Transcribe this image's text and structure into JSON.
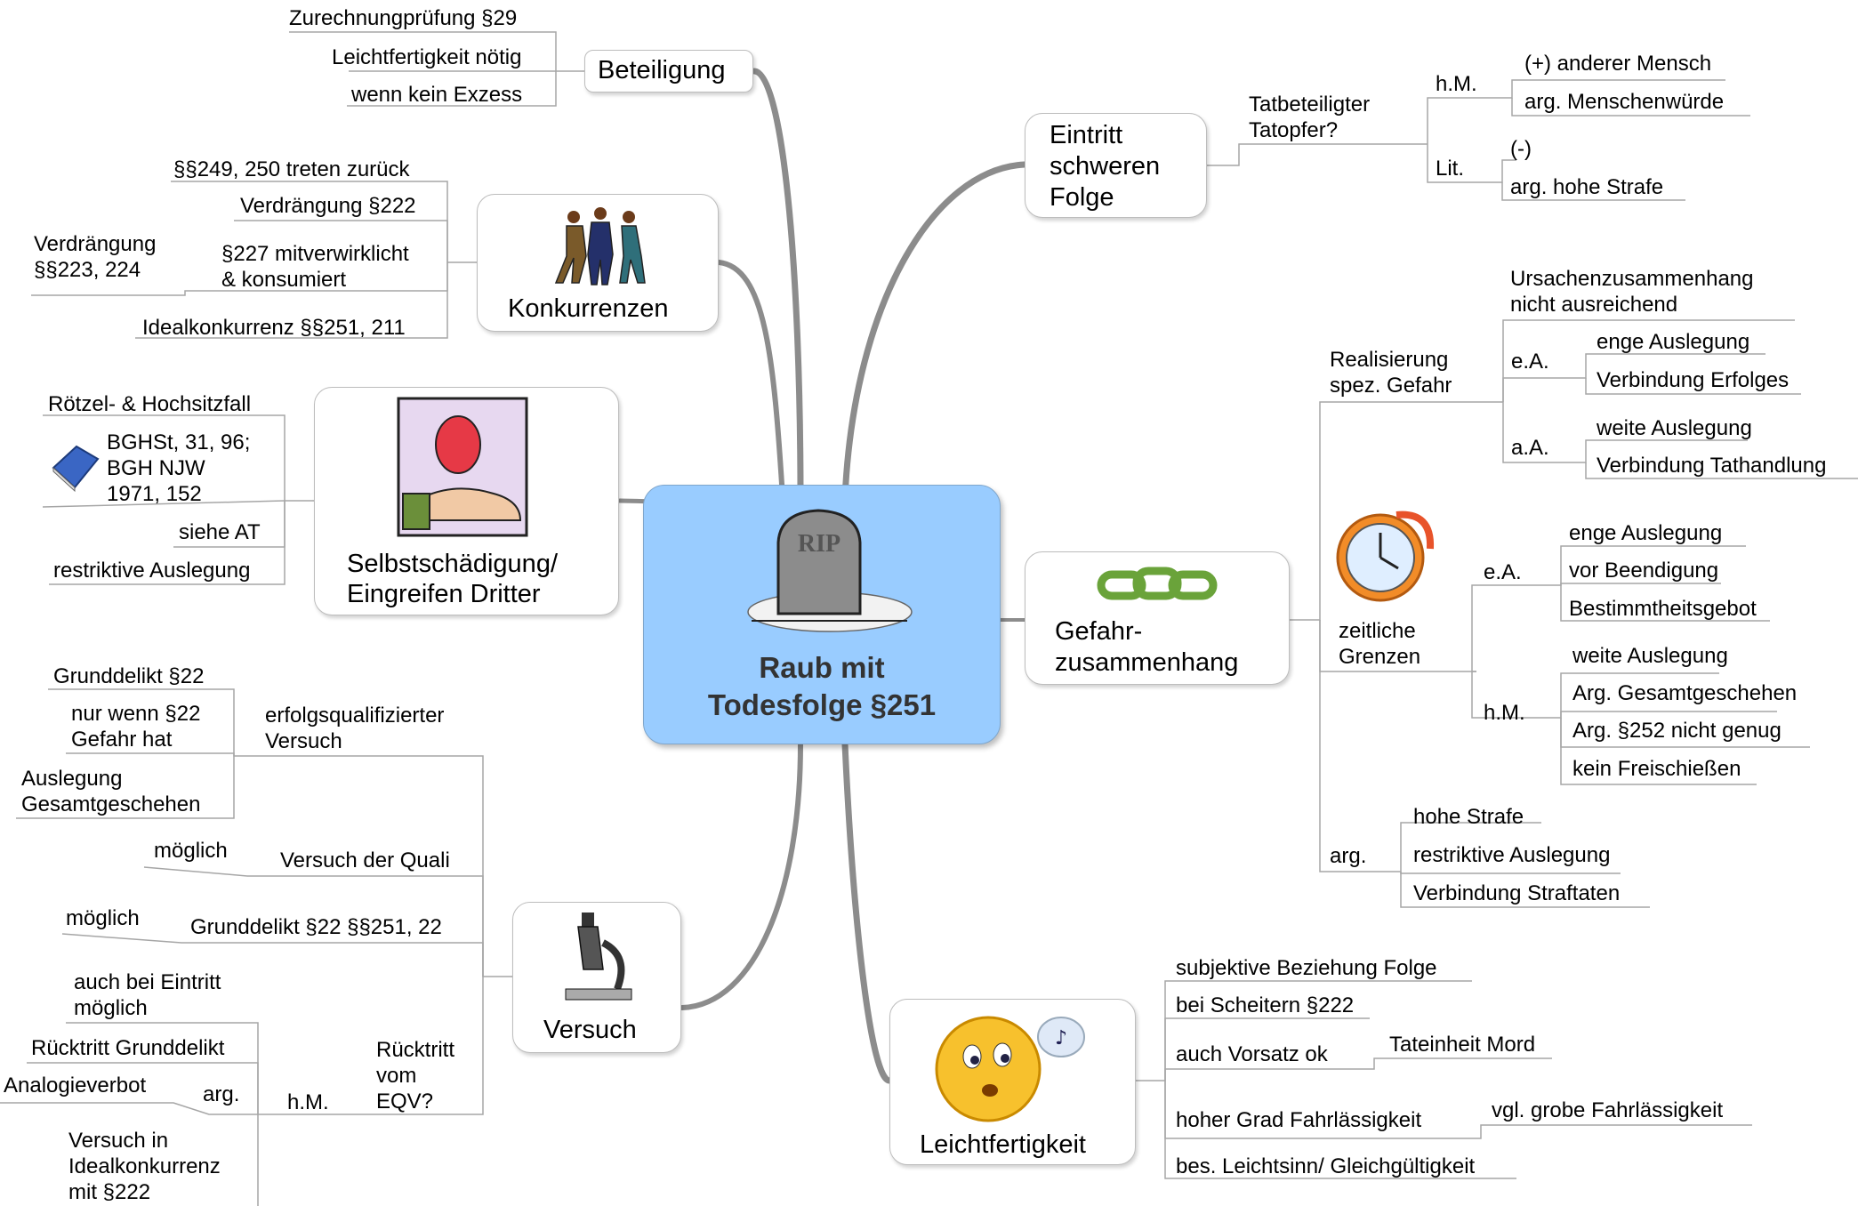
{
  "central": {
    "title_line1": "Raub mit",
    "title_line2": "Todesfolge §251",
    "icon": "tombstone-rip-icon"
  },
  "branches": {
    "beteiligung": {
      "label": "Beteiligung",
      "items": [
        "Zurechnungprüfung §29",
        "Leichtfertigkeit nötig",
        "wenn kein Exzess"
      ]
    },
    "konkurrenzen": {
      "label": "Konkurrenzen",
      "icon": "people-fighting-icon",
      "items": [
        "§§249, 250 treten zurück",
        "Verdrängung §222",
        "§227 mitverwirklicht\n& konsumiert",
        "Idealkonkurrenz §§251, 211"
      ],
      "sub": "Verdrängung\n§§223, 224"
    },
    "selbst": {
      "label_line1": "Selbstschädigung/",
      "label_line2": "Eingreifen Dritter",
      "icon": "hand-injury-icon",
      "items": [
        "Rötzel- & Hochsitzfall",
        "BGHSt, 31, 96;\nBGH NJW\n1971, 152",
        "siehe AT",
        "restriktive Auslegung"
      ],
      "book_icon": "book-icon"
    },
    "versuch": {
      "label": "Versuch",
      "icon": "microscope-icon",
      "eqv": {
        "label": "erfolgsqualifizierter\nVersuch",
        "items": [
          "Grunddelikt §22",
          "nur wenn §22\nGefahr hat",
          "Auslegung\nGesamtgeschehen"
        ]
      },
      "quali": {
        "label": "Versuch der Quali",
        "value": "möglich"
      },
      "grund": {
        "label": "Grunddelikt §22 §§251, 22",
        "value": "möglich"
      },
      "ruecktritt": {
        "label": "Rücktritt\nvom\nEQV?",
        "hm": "h.M.",
        "arg": "arg.",
        "items": [
          "auch bei Eintritt\nmöglich",
          "Rücktritt Grunddelikt",
          "Versuch in\nIdealkonkurrenz\nmit §222"
        ],
        "arg_items": [
          "Analogieverbot"
        ]
      }
    },
    "eintritt": {
      "label": "Eintritt\nschweren\nFolge",
      "question": "Tatbeteiligter\nTatopfer?",
      "hm": "h.M.",
      "hm_items": [
        "(+) anderer Mensch",
        "arg. Menschenwürde"
      ],
      "lit": "Lit.",
      "lit_items": [
        "(-)",
        "arg. hohe Strafe"
      ]
    },
    "gefahr": {
      "label": "Gefahr-\nzusammenhang",
      "icon": "chain-links-icon",
      "realisierung": {
        "label": "Realisierung\nspez. Gefahr",
        "top": "Ursachenzusammenhang\nnicht ausreichend",
        "ea": "e.A.",
        "ea_items": [
          "enge Auslegung",
          "Verbindung Erfolges"
        ],
        "aa": "a.A.",
        "aa_items": [
          "weite Auslegung",
          "Verbindung Tathandlung"
        ]
      },
      "zeitlich": {
        "label": "zeitliche\nGrenzen",
        "icon": "clock-icon",
        "ea": "e.A.",
        "ea_items": [
          "enge Auslegung",
          "vor Beendigung",
          "Bestimmtheitsgebot"
        ],
        "hm": "h.M.",
        "hm_items": [
          "weite Auslegung",
          "Arg. Gesamtgeschehen",
          "Arg. §252 nicht genug",
          "kein Freischießen"
        ]
      },
      "arg": {
        "label": "arg.",
        "items": [
          "hohe Strafe",
          "restriktive Auslegung",
          "Verbindung Straftaten"
        ]
      }
    },
    "leicht": {
      "label": "Leichtfertigkeit",
      "icon": "thinking-smiley-icon",
      "items": [
        "subjektive Beziehung Folge",
        "bei Scheitern §222",
        "auch Vorsatz ok",
        "hoher Grad Fahrlässigkeit",
        "bes. Leichtsinn/ Gleichgültigkeit"
      ],
      "vorsatz_sub": "Tateinheit Mord",
      "fahr_sub": "vgl. grobe Fahrlässigkeit"
    }
  },
  "colors": {
    "central_fill": "#99ccff",
    "connector": "#8c8c8c",
    "underline": "#a6a6a6"
  }
}
